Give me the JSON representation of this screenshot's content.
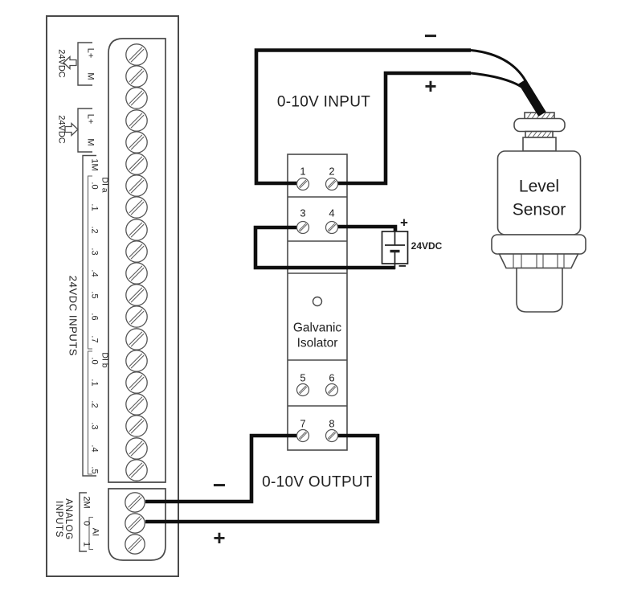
{
  "plc": {
    "sensor_supply": [
      {
        "label": "24VDC",
        "terminals": [
          "L+",
          "M"
        ],
        "arrow": "left-block-arrow"
      },
      {
        "label": "24VDC",
        "terminals": [
          "L+",
          "M"
        ],
        "arrow": "right-block-arrow"
      }
    ],
    "di": {
      "section_label": "24VDC INPUTS",
      "common": "1M",
      "group_a": {
        "label": "DI a",
        "channels": [
          ".0",
          ".1",
          ".2",
          ".3",
          ".4",
          ".5",
          ".6",
          ".7"
        ]
      },
      "group_b": {
        "label": "DI b",
        "channels": [
          ".0",
          ".1",
          ".2",
          ".3",
          ".4",
          ".5"
        ]
      }
    },
    "analog": {
      "section_label_line1": "ANALOG",
      "section_label_line2": "INPUTS",
      "common": "2M",
      "group_label": "AI",
      "channels": [
        "0",
        "1"
      ]
    }
  },
  "isolator": {
    "name_line1": "Galvanic",
    "name_line2": "Isolator",
    "terminals": [
      "1",
      "2",
      "3",
      "4",
      "5",
      "6",
      "7",
      "8"
    ]
  },
  "sensor": {
    "name_line1": "Level",
    "name_line2": "Sensor"
  },
  "labels": {
    "input": "0-10V INPUT",
    "output": "0-10V OUTPUT",
    "supply": "24VDC",
    "plus": "+",
    "minus": "−"
  },
  "colors": {
    "line": "#4a4a4a",
    "wire": "#0f0f0f",
    "text": "#1f1f1f"
  }
}
